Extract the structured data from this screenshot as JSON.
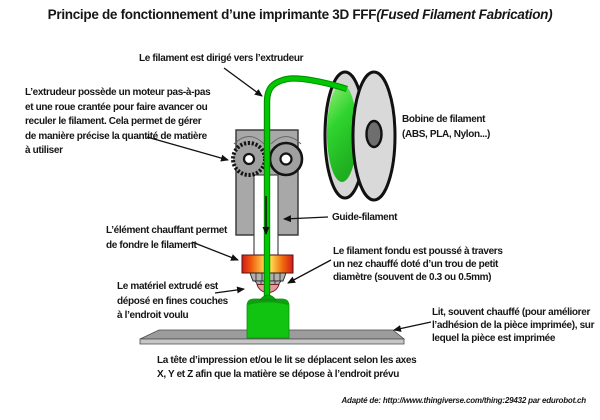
{
  "title": {
    "main": "Principe de fonctionnement d’une imprimante 3D FFF",
    "paren": "(Fused Filament Fabrication)"
  },
  "labels": {
    "filament_directed": "Le filament est dirigé vers l’extrudeur",
    "extruder": {
      "lines": [
        "L’extrudeur possède un moteur pas-à-pas",
        "et une roue crantée pour faire avancer ou",
        "reculer le filament. Cela permet de gérer",
        "de manière précise la quantité de matière",
        "à utiliser"
      ]
    },
    "bobine": {
      "lines": [
        "Bobine de filament",
        "(ABS, PLA, Nylon...)"
      ]
    },
    "guide": "Guide-filament",
    "heater": {
      "lines": [
        "L’élément chauffant permet",
        "de fondre le filament"
      ]
    },
    "material": {
      "lines": [
        "Le matériel extrudé est",
        "déposé en fines couches",
        "à l’endroit voulu"
      ]
    },
    "molten": {
      "lines": [
        "Le filament fondu est poussé à travers",
        "un nez chauffé doté d’un trou de petit",
        "diamètre (souvent de 0.3 ou 0.5mm)"
      ]
    },
    "bed": {
      "lines": [
        "Lit, souvent chauffé (pour améliorer",
        "l’adhésion de la pièce imprimée), sur",
        "lequel la pièce est imprimée"
      ]
    },
    "movement": {
      "lines": [
        "La tête d’impression et/ou le lit se déplacent selon les axes",
        "X, Y et Z afin que la matière se dépose à l’endroit prévu"
      ]
    },
    "attribution": "Adapté de: http://www.thingiverse.com/thing:29432 par edurobot.ch"
  },
  "diagram": {
    "parts": [
      "filament-spool",
      "filament",
      "extruder-body",
      "drive-gear-knurled",
      "idler-wheel",
      "guide-channel",
      "heater-block",
      "nozzle",
      "molten-tip",
      "printed-part",
      "print-bed"
    ],
    "colors": {
      "filament_green": "#00c800",
      "filament_green_dark": "#008f00",
      "spool_gray": "#d6d6d6",
      "hub_gray": "#6e6e6e",
      "body_gray": "#a8a8a8",
      "heater_red": "#cf1c1e",
      "heater_yellow": "#ffd24d",
      "nozzle_gray": "#b0b0b0",
      "nozzle_tip_pink": "#e39a9e",
      "printed_part_green": "#12c412",
      "bed_top_gray": "#9c9c9c",
      "bed_front_gray": "#c6c6c6",
      "arrow_black": "#111111"
    }
  }
}
